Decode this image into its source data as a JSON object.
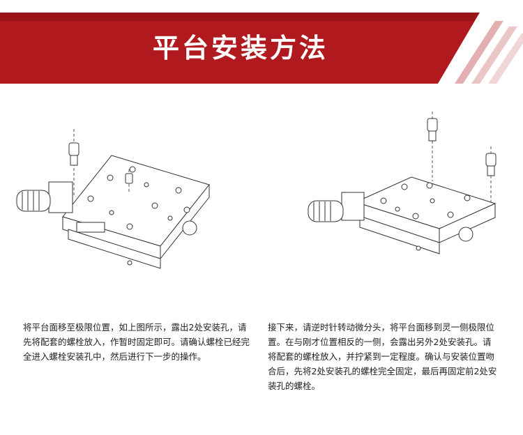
{
  "banner": {
    "title": "平台安装方法",
    "colors": {
      "main_red": "#b01a1f",
      "dark_red": "#8e1014",
      "stripe": "#ffffff"
    }
  },
  "figures": {
    "left": {
      "icon": "xy-stage-with-one-bolt-drawing"
    },
    "right": {
      "icon": "xy-stage-with-two-bolts-drawing"
    }
  },
  "instructions": {
    "left": "将平台面移至极限位置，如上图所示，露出2处安装孔，请先将配套的螺栓放入，作暂时固定即可。请确认螺栓已经完全进入螺栓安装孔中，然后进行下一步的操作。",
    "right": "接下来，请逆时针转动微分头，将平台面移到灵一侧极限位置。在与刚才位置相反的一侧，会露出另外2处安装孔。请将配套的螺栓放入，并拧紧到一定程度。确认与安装位置吻合后，先将2处安装孔的螺栓完全固定，最后再固定前2处安装孔的螺栓。"
  }
}
